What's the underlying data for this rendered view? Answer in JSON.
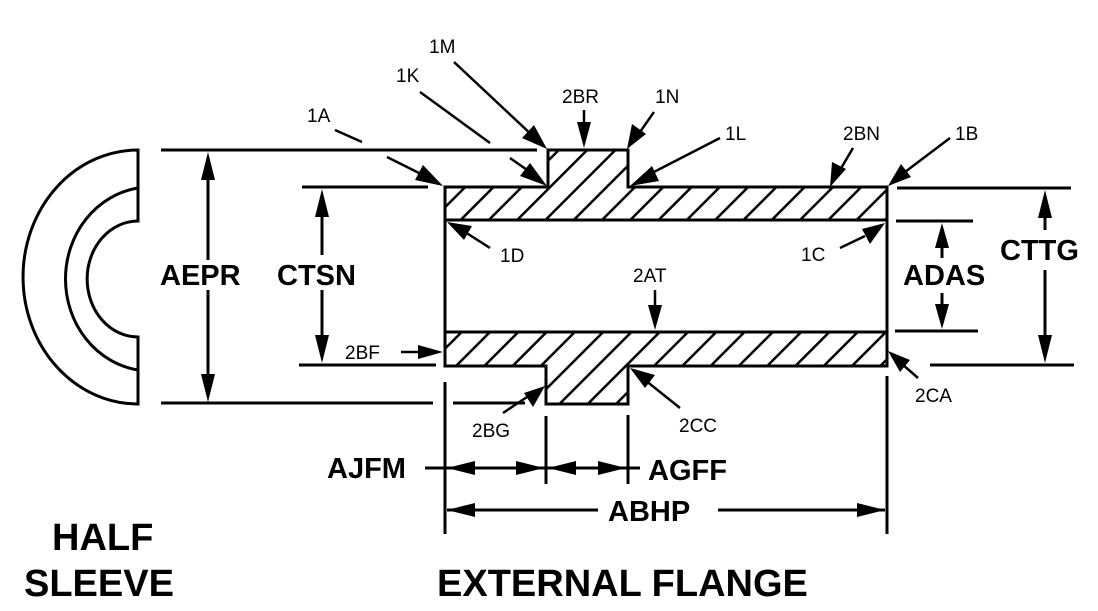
{
  "colors": {
    "line": "#000000",
    "background": "#ffffff"
  },
  "views": {
    "half_sleeve": {
      "title_line1": "HALF",
      "title_line2": "SLEEVE"
    },
    "external_flange": {
      "title": "EXTERNAL FLANGE"
    }
  },
  "dimensions": {
    "aepr": "AEPR",
    "ctsn": "CTSN",
    "adas": "ADAS",
    "cttg": "CTTG",
    "ajfm": "AJFM",
    "agff": "AGFF",
    "abhp": "ABHP"
  },
  "callouts": {
    "c1a": "1A",
    "c1k": "1K",
    "c1m": "1M",
    "c2br": "2BR",
    "c1n": "1N",
    "c1l": "1L",
    "c2bn": "2BN",
    "c1b": "1B",
    "c1d": "1D",
    "c1c": "1C",
    "c2at": "2AT",
    "c2bf": "2BF",
    "c2ca": "2CA",
    "c2bg": "2BG",
    "c2cc": "2CC"
  }
}
